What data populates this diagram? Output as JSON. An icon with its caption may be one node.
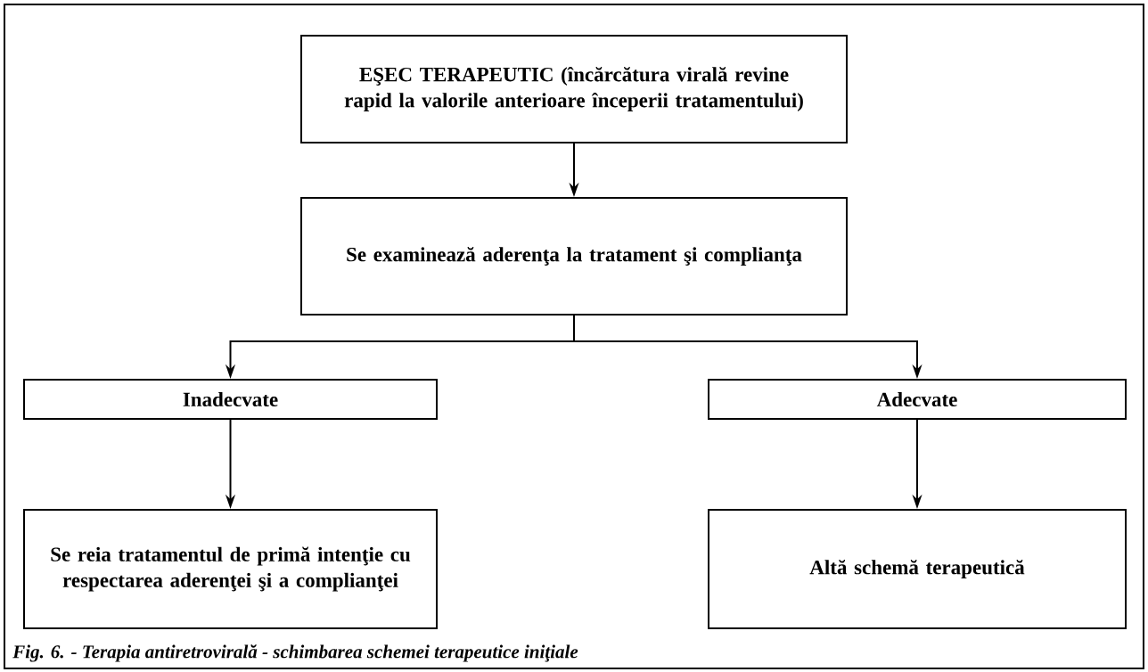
{
  "diagram": {
    "caption": "Fig. 6. - Terapia antiretrovirală - schimbarea schemei terapeutice iniţiale",
    "nodes": [
      {
        "text": [
          "EŞEC TERAPEUTIC (încărcătura virală revine rapid la valorile anterioare începerii tratamentului)"
        ]
      },
      {
        "text": [
          "Se examinează aderenţa la tratament şi complianţa"
        ]
      },
      {
        "text": [
          "Inadecvate"
        ]
      },
      {
        "text": [
          "Adecvate"
        ]
      },
      {
        "text": [
          "Se reia tratamentul de primă intenţie cu respectarea aderenţei şi a complianţei"
        ]
      },
      {
        "text": [
          "Altă schemă terapeutică"
        ]
      }
    ],
    "edges": [
      {
        "from": 0,
        "to": 1,
        "arrow": "to"
      },
      {
        "from": 1,
        "to": 2,
        "arrow": "to"
      },
      {
        "from": 1,
        "to": 3,
        "arrow": "to"
      },
      {
        "from": 2,
        "to": 4,
        "arrow": "to"
      },
      {
        "from": 3,
        "to": 5,
        "arrow": "to"
      }
    ]
  }
}
